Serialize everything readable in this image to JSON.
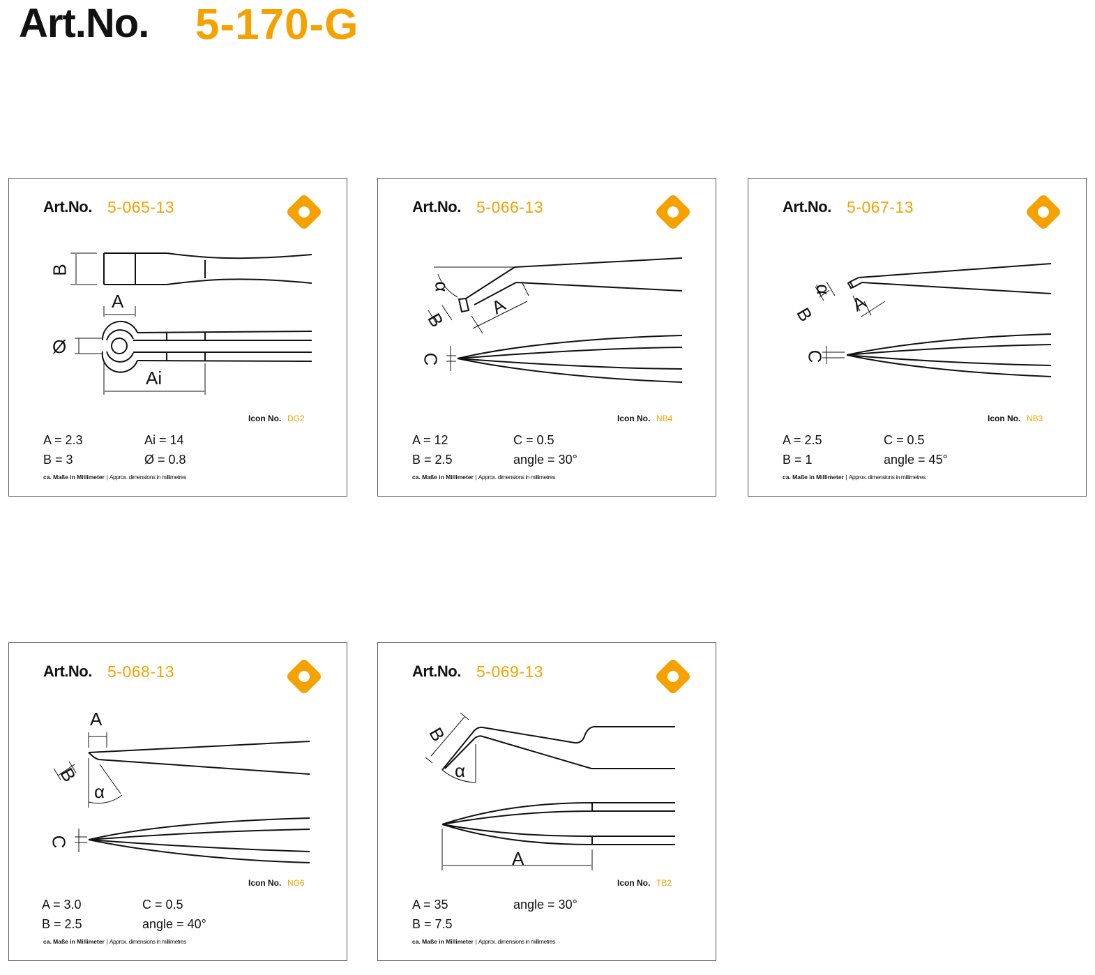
{
  "header": {
    "label": "Art.No.",
    "number": "5-170-G"
  },
  "colors": {
    "accent": "#f5a100",
    "text": "#111111"
  },
  "footnote": {
    "de": "ca. Maße in Millimeter",
    "sep": " | ",
    "en": "Approx. dimensions in millimetres"
  },
  "cards": [
    {
      "art_label": "Art.No.",
      "art_no": "5-065-13",
      "icon": "diamond-dot-icon",
      "icon_label": "Icon No.",
      "icon_no": "DG2",
      "specs": [
        [
          "A = 2.3",
          "Ai = 14"
        ],
        [
          "B = 3",
          "Ø = 0.8"
        ]
      ],
      "diagram_labels": [
        "B",
        "A",
        "Ø",
        "Ai"
      ]
    },
    {
      "art_label": "Art.No.",
      "art_no": "5-066-13",
      "icon": "diamond-dot-icon",
      "icon_label": "Icon No.",
      "icon_no": "NB4",
      "specs": [
        [
          "A = 12",
          "C = 0.5"
        ],
        [
          "B = 2.5",
          "angle = 30°"
        ]
      ],
      "diagram_labels": [
        "α",
        "B",
        "A",
        "C"
      ]
    },
    {
      "art_label": "Art.No.",
      "art_no": "5-067-13",
      "icon": "diamond-dot-icon",
      "icon_label": "Icon No.",
      "icon_no": "NB3",
      "specs": [
        [
          "A = 2.5",
          "C = 0.5"
        ],
        [
          "B = 1",
          "angle = 45°"
        ]
      ],
      "diagram_labels": [
        "α",
        "B",
        "A",
        "C"
      ]
    },
    {
      "art_label": "Art.No.",
      "art_no": "5-068-13",
      "icon": "diamond-dot-icon",
      "icon_label": "Icon No.",
      "icon_no": "NG6",
      "specs": [
        [
          "A = 3.0",
          "C = 0.5"
        ],
        [
          "B = 2.5",
          "angle = 40°"
        ]
      ],
      "diagram_labels": [
        "A",
        "B",
        "α",
        "C"
      ]
    },
    {
      "art_label": "Art.No.",
      "art_no": "5-069-13",
      "icon": "diamond-dot-icon",
      "icon_label": "Icon No.",
      "icon_no": "TB2",
      "specs": [
        [
          "A = 35",
          "angle = 30°"
        ],
        [
          "B = 7.5",
          ""
        ]
      ],
      "diagram_labels": [
        "B",
        "α",
        "A"
      ]
    }
  ]
}
